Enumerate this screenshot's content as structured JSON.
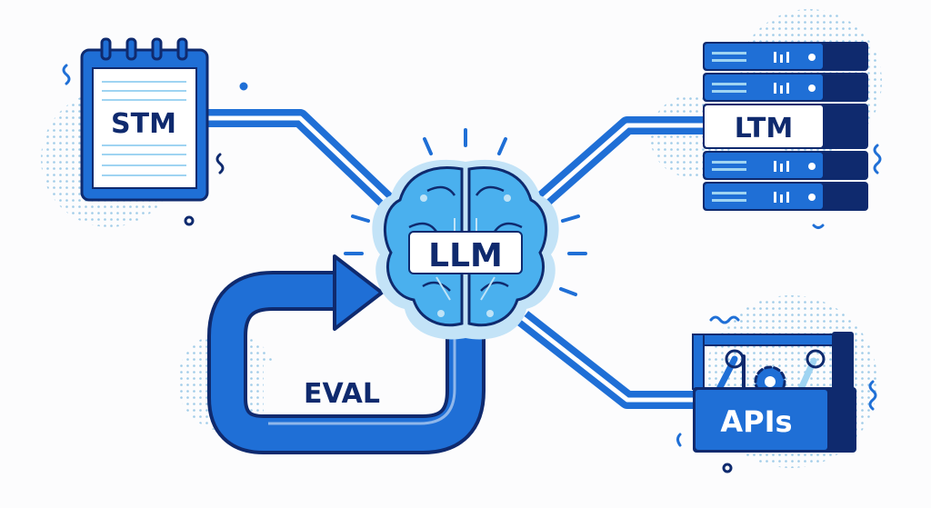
{
  "nodes": {
    "stm": {
      "label": "STM"
    },
    "ltm": {
      "label": "LTM"
    },
    "llm": {
      "label": "LLM"
    },
    "apis": {
      "label": "APIs"
    },
    "eval": {
      "label": "EVAL"
    }
  },
  "colors": {
    "primary": "#1f6fd6",
    "dark": "#0f2a6e",
    "light": "#5fb8f0",
    "pale": "#bfe3f7"
  }
}
